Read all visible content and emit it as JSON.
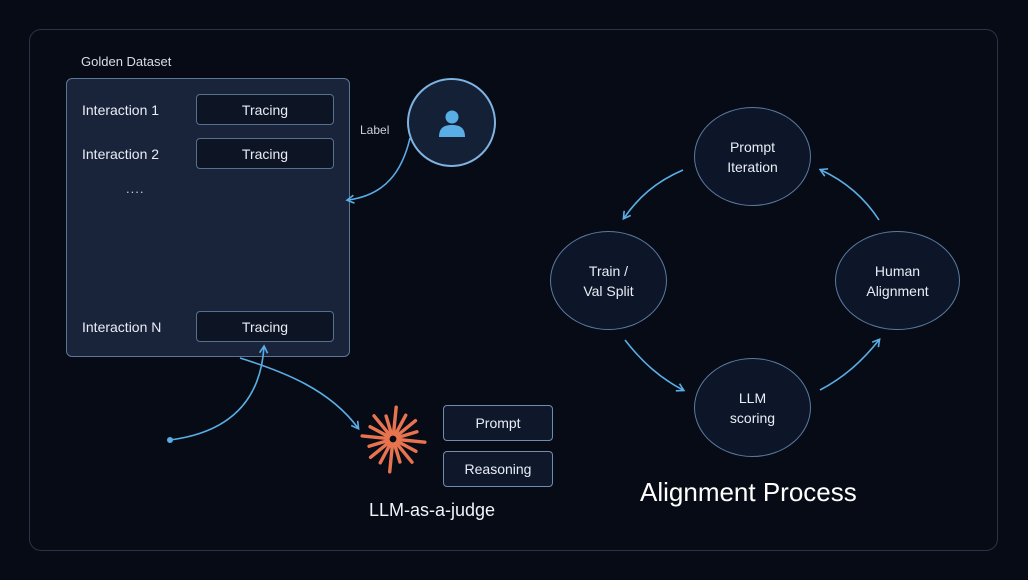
{
  "golden_dataset": {
    "title": "Golden Dataset",
    "rows": [
      {
        "label": "Interaction 1",
        "tag": "Tracing"
      },
      {
        "label": "Interaction 2",
        "tag": "Tracing"
      },
      {
        "label": "Interaction N",
        "tag": "Tracing"
      }
    ],
    "ellipsis": "...."
  },
  "labeler": {
    "edge_label": "Label",
    "icon": "user-icon"
  },
  "judge": {
    "title": "LLM-as-a-judge",
    "icon": "starburst-icon",
    "inputs": [
      "Prompt",
      "Reasoning"
    ]
  },
  "alignment": {
    "title": "Alignment Process",
    "nodes": [
      {
        "label": "Prompt\nIteration"
      },
      {
        "label": "Train /\nVal Split"
      },
      {
        "label": "LLM\nscoring"
      },
      {
        "label": "Human\nAlignment"
      }
    ]
  },
  "colors": {
    "background": "#070b16",
    "panel": "#19233a",
    "accent_arrow": "#5aaee6",
    "starburst": "#e8744f"
  }
}
